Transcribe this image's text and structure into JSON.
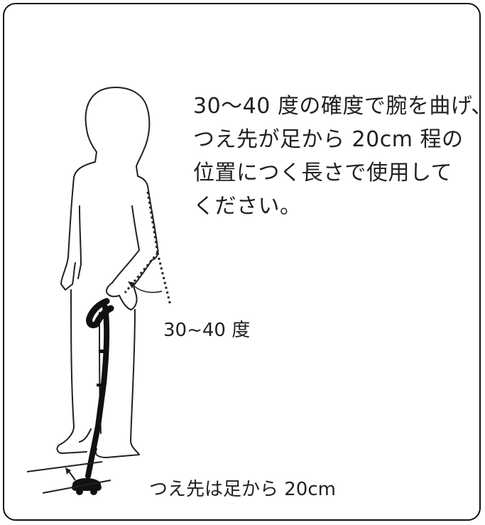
{
  "instruction": {
    "lines": [
      "30～40 度の確度で腕を曲げ、",
      "つえ先が足から 20cm 程の",
      "位置につく長さで使用して",
      "ください。"
    ]
  },
  "labels": {
    "angle": "30~40 度",
    "distance": "つえ先は足から 20cm"
  },
  "icons": [
    "person-outline-icon",
    "cane-icon",
    "angle-guide-icon",
    "distance-arrow-icon"
  ],
  "colors": {
    "ink": "#231f20",
    "cane": "#111111",
    "background": "#ffffff"
  }
}
